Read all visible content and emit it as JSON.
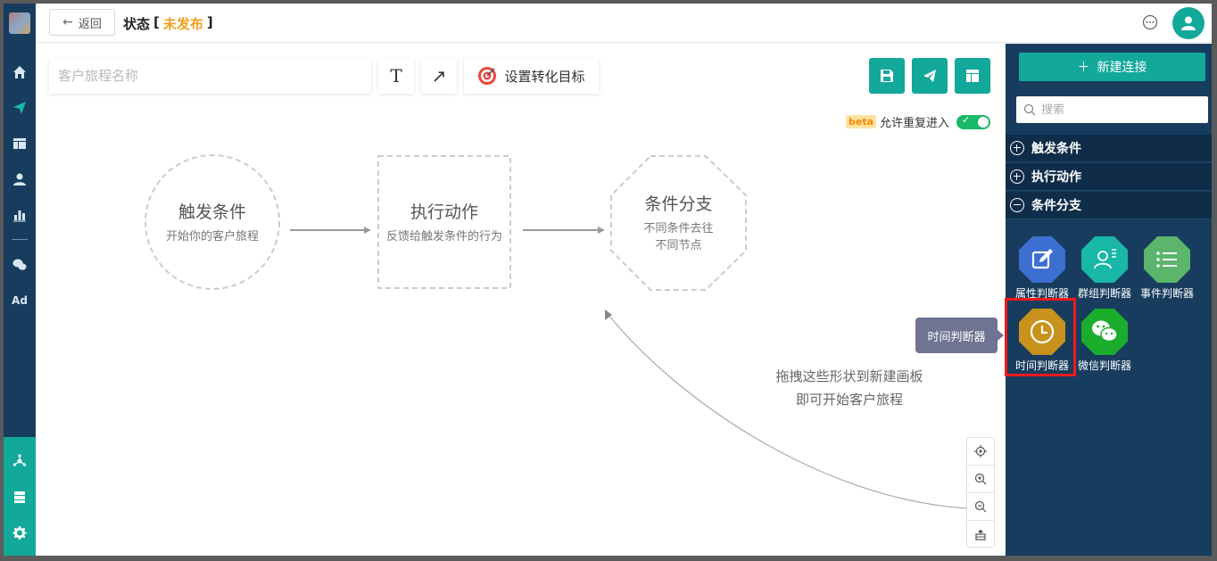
{
  "header": {
    "back_label": "返回",
    "title": "状态",
    "status_open": "[",
    "status": "未发布",
    "status_close": "]"
  },
  "toolbar": {
    "name_placeholder": "客户旅程名称",
    "text_tool": "T",
    "arrow_tool": "↗",
    "goal_label": "设置转化目标",
    "beta_label": "beta",
    "repeat_label": "允许重复进入",
    "repeat_enabled": true
  },
  "canvas": {
    "nodes": [
      {
        "title": "触发条件",
        "sub": "开始你的客户旅程"
      },
      {
        "title": "执行动作",
        "sub": "反馈给触发条件的行为"
      },
      {
        "title": "条件分支",
        "sub1": "不同条件去往",
        "sub2": "不同节点"
      }
    ],
    "hint_line1": "拖拽这些形状到新建画板",
    "hint_line2": "即可开始客户旅程"
  },
  "panel": {
    "new_connection_label": "新建连接",
    "search_placeholder": "搜索",
    "sections": [
      {
        "label": "触发条件",
        "expanded": false
      },
      {
        "label": "执行动作",
        "expanded": false
      },
      {
        "label": "条件分支",
        "expanded": true
      }
    ],
    "items": [
      {
        "label": "属性判断器",
        "color": "#3d6fd0",
        "icon": "edit-icon"
      },
      {
        "label": "群组判断器",
        "color": "#19b7a7",
        "icon": "user-list-icon"
      },
      {
        "label": "事件判断器",
        "color": "#5bb56a",
        "icon": "list-icon"
      },
      {
        "label": "时间判断器",
        "color": "#c8921c",
        "icon": "clock-icon"
      },
      {
        "label": "微信判断器",
        "color": "#1aad2c",
        "icon": "wechat-icon"
      }
    ],
    "tooltip": "时间判断器"
  },
  "colors": {
    "accent": "#12a89a",
    "sidebar": "#173c5e",
    "status": "#f0a020",
    "highlight": "#f01a1a"
  }
}
